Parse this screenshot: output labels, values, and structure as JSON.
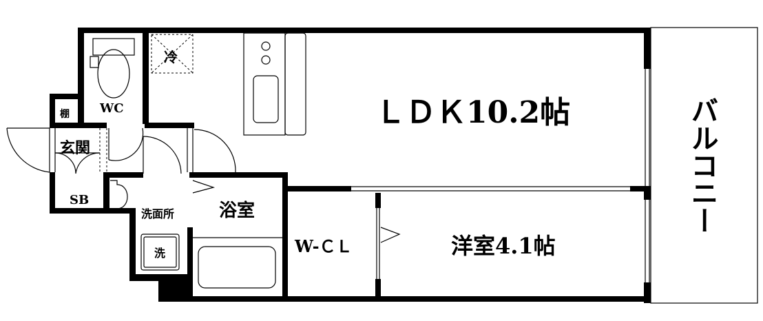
{
  "rooms": {
    "ldk": "ＬＤＫ10.2帖",
    "balcony": "バルコニー",
    "western_room": "洋室4.1帖",
    "walk_in_closet": "W-ＣＬ",
    "bathroom": "浴室",
    "washroom": "洗面所",
    "washer": "洗",
    "shoe_box": "SB",
    "entrance": "玄関",
    "shelf": "棚",
    "toilet": "WC",
    "fridge": "冷"
  }
}
